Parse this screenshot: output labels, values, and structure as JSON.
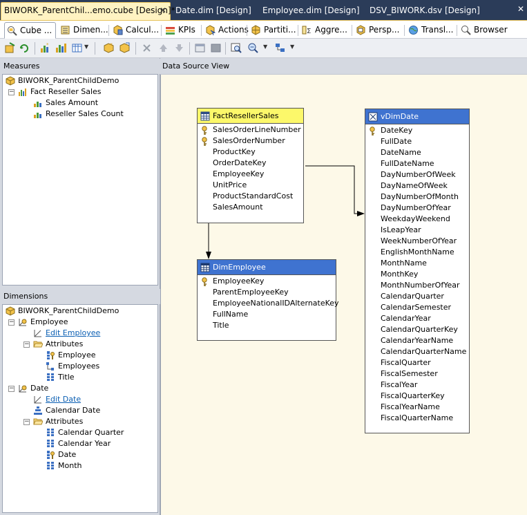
{
  "doc_tabs": [
    {
      "label": "BIWORK_ParentChil...emo.cube [Design]*",
      "active": true
    },
    {
      "label": "Date.dim [Design]",
      "active": false
    },
    {
      "label": "Employee.dim [Design]",
      "active": false
    },
    {
      "label": "DSV_BIWORK.dsv [Design]",
      "active": false
    }
  ],
  "close_glyph": "✕",
  "window_close": "✕",
  "designer_tabs": [
    {
      "label": "Cube ...",
      "icon": "cube-structure-icon",
      "active": true
    },
    {
      "label": "Dimen...",
      "icon": "dimension-usage-icon"
    },
    {
      "label": "Calcul...",
      "icon": "calculations-icon"
    },
    {
      "label": "KPIs",
      "icon": "kpi-icon"
    },
    {
      "label": "Actions",
      "icon": "actions-icon"
    },
    {
      "label": "Partiti...",
      "icon": "partitions-icon"
    },
    {
      "label": "Aggre...",
      "icon": "aggregations-icon"
    },
    {
      "label": "Persp...",
      "icon": "perspectives-icon"
    },
    {
      "label": "Transl...",
      "icon": "translations-icon"
    },
    {
      "label": "Browser",
      "icon": "browser-icon"
    }
  ],
  "measures": {
    "header": "Measures",
    "cube": "BIWORK_ParentChildDemo",
    "group": "Fact Reseller Sales",
    "items": [
      "Sales Amount",
      "Reseller Sales Count"
    ]
  },
  "dimensions": {
    "header": "Dimensions",
    "cube": "BIWORK_ParentChildDemo",
    "employee": {
      "name": "Employee",
      "edit_link": "Edit Employee",
      "attributes_label": "Attributes",
      "attributes": [
        "Employee",
        "Employees",
        "Title"
      ]
    },
    "date": {
      "name": "Date",
      "edit_link": "Edit Date",
      "hierarchy": "Calendar Date",
      "attributes_label": "Attributes",
      "attributes": [
        "Calendar Quarter",
        "Calendar Year",
        "Date",
        "Month"
      ]
    }
  },
  "dsv": {
    "header": "Data Source View",
    "fact_table": {
      "name": "FactResellerSales",
      "columns": [
        "SalesOrderLineNumber",
        "SalesOrderNumber",
        "ProductKey",
        "OrderDateKey",
        "EmployeeKey",
        "UnitPrice",
        "ProductStandardCost",
        "SalesAmount"
      ],
      "keys": [
        0,
        1
      ]
    },
    "employee_table": {
      "name": "DimEmployee",
      "columns": [
        "EmployeeKey",
        "ParentEmployeeKey",
        "EmployeeNationalIDAlternateKey",
        "FullName",
        "Title"
      ],
      "keys": [
        0
      ]
    },
    "date_table": {
      "name": "vDimDate",
      "columns": [
        "DateKey",
        "FullDate",
        "DateName",
        "FullDateName",
        "DayNumberOfWeek",
        "DayNameOfWeek",
        "DayNumberOfMonth",
        "DayNumberOfYear",
        "WeekdayWeekend",
        "IsLeapYear",
        "WeekNumberOfYear",
        "EnglishMonthName",
        "MonthName",
        "MonthKey",
        "MonthNumberOfYear",
        "CalendarQuarter",
        "CalendarSemester",
        "CalendarYear",
        "CalendarQuarterKey",
        "CalendarYearName",
        "CalendarQuarterName",
        "FiscalQuarter",
        "FiscalSemester",
        "FiscalYear",
        "FiscalQuarterKey",
        "FiscalYearName",
        "FiscalQuarterName"
      ],
      "keys": [
        0
      ]
    }
  },
  "colors": {
    "accent_tab": "#fff3c2",
    "fact_header": "#fcf86a",
    "dim_header": "#3f73d0",
    "canvas": "#fdf9e8",
    "link": "#0b5fb3"
  }
}
